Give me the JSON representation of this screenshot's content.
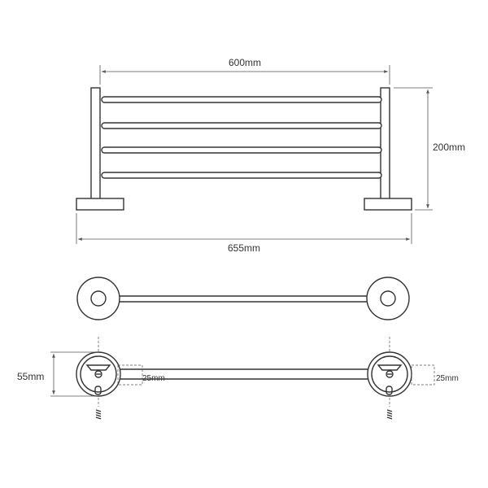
{
  "dimensions": {
    "rail_width": "600mm",
    "total_width": "655mm",
    "height": "200mm",
    "depth": "55mm",
    "left_mount": "25mm",
    "right_mount": "25mm"
  }
}
